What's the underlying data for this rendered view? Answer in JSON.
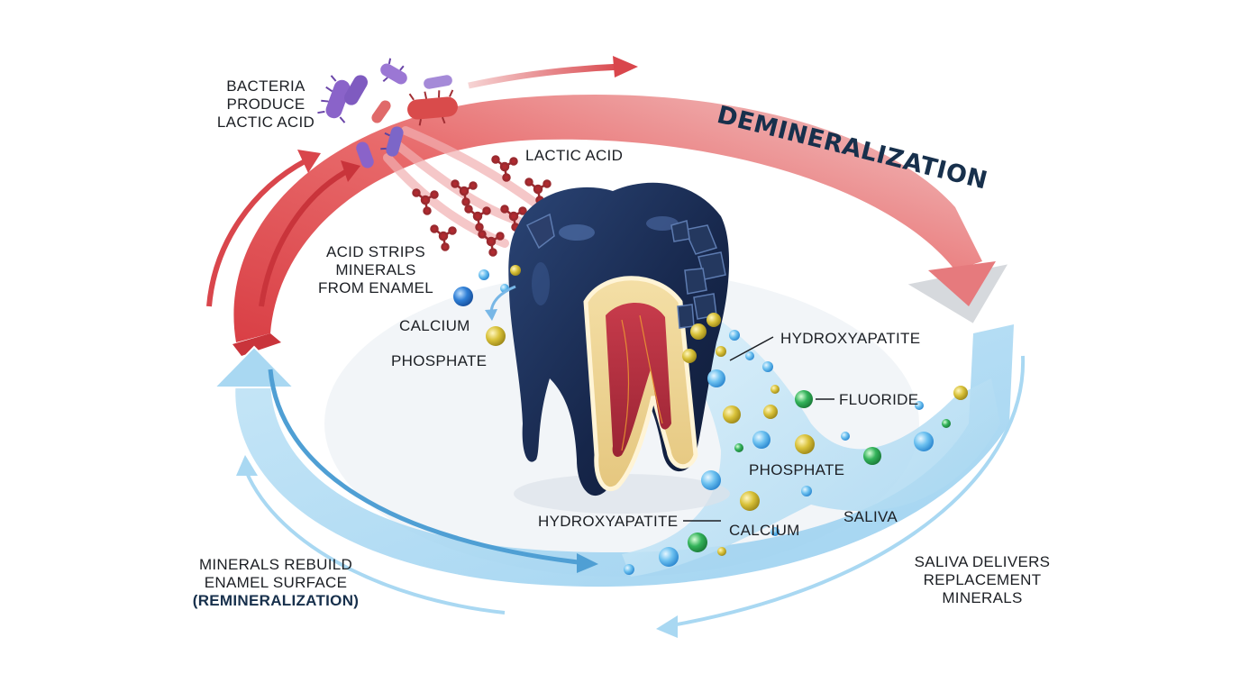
{
  "title": "DEMINERALIZATION",
  "labels": {
    "bacteria": [
      "BACTERIA",
      "PRODUCE",
      "LACTIC ACID"
    ],
    "lactic_acid": "LACTIC ACID",
    "acid_strips": [
      "ACID STRIPS",
      "MINERALS",
      "FROM ENAMEL"
    ],
    "calcium_top": "CALCIUM",
    "phosphate_top": "PHOSPHATE",
    "hydroxyapatite_top": "HYDROXYAPATITE",
    "fluoride": "FLUORIDE",
    "phosphate_bottom": "PHOSPHATE",
    "hydroxyapatite_bottom": "HYDROXYAPATITE",
    "calcium_bottom": "CALCIUM",
    "saliva": "SALIVA",
    "minerals_rebuild": [
      "MINERALS REBUILD",
      "ENAMEL SURFACE"
    ],
    "remineralization": "(REMINERALIZATION)",
    "saliva_delivers": [
      "SALIVA DELIVERS",
      "REPLACEMENT",
      "MINERALS"
    ]
  },
  "colors": {
    "acid_red": "#d9464c",
    "saliva_blue": "#9fd2ef",
    "navy": "#17304c",
    "tooth_enamel": "#1d2f57",
    "calcium_ion": "#2f7fd6",
    "phosphate_ion": "#d9c23a",
    "fluoride_ion": "#33b35a"
  },
  "icons": {
    "bacteria": "rod-bacteria-icon",
    "acid_molecule": "lactic-acid-molecule-icon",
    "tooth": "tooth-cross-section-icon"
  }
}
